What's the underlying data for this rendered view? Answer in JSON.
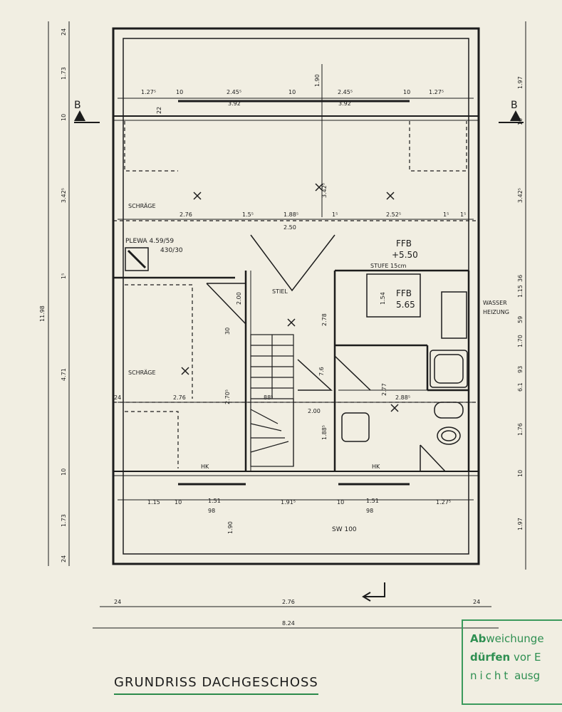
{
  "title": "GRUNDRISS DACHGESCHOSS",
  "stamp": {
    "line1_bold": "Ab",
    "line1": "weichunge",
    "line2_bold": "dürfen",
    "line2": " vor E",
    "line3_spaced": "nicht",
    "line3": " ausg"
  },
  "section_markers": {
    "left": "B",
    "right": "B"
  },
  "rooms": {
    "schraege_top": "SCHRÄGE",
    "schraege_left": "SCHRÄGE",
    "plewa": "PLEWA 4.59/59",
    "plewa2": "430/30",
    "stiel": "STIEL",
    "ffb1": "FFB",
    "ffb1_level": "+5.50",
    "stufe": "STUFE 15cm",
    "ffb2": "FFB",
    "ffb2_level": "5.65",
    "wasser": "WASSER",
    "heizung": "HEIZUNG",
    "sw": "SW 100",
    "hk1": "HK",
    "hk2": "HK"
  },
  "dims_top": [
    "1.27⁵",
    "10",
    "2.45⁵",
    "10",
    "1.90",
    "2.45⁵",
    "10",
    "1.27⁵",
    "3.92",
    "3.92"
  ],
  "dims_mid": [
    "2.76",
    "1.5⁵",
    "1.88⁵",
    "1⁵",
    "2.52⁵",
    "1⁵",
    "1⁵",
    "2.50"
  ],
  "dims_row3": [
    "24",
    "2.76",
    "88⁵",
    "2.00",
    "2.88⁵"
  ],
  "dims_bottom": [
    "1.15",
    "10",
    "1.51",
    "98",
    "1.91⁵",
    "10",
    "1.51",
    "98",
    "1.27⁵"
  ],
  "dims_left": [
    "24",
    "1.73",
    "10",
    "3.42⁵",
    "1⁵",
    "4.71",
    "10",
    "1.73",
    "24"
  ],
  "dims_left_total": "11.98",
  "dims_right": [
    "1.97",
    "10",
    "3.42⁵",
    "1.15",
    "36",
    "59",
    "1.70",
    "93",
    "6.1",
    "1.76",
    "10",
    "1.97"
  ],
  "dims_inner": [
    "3.42⁵",
    "1.90",
    "2.00",
    "30",
    "2.70⁵",
    "7.6",
    "1.88⁵",
    "2.77",
    "1.54",
    "2.78",
    "22"
  ],
  "dims_overall": [
    "24",
    "2.76",
    "24",
    "8.24"
  ]
}
